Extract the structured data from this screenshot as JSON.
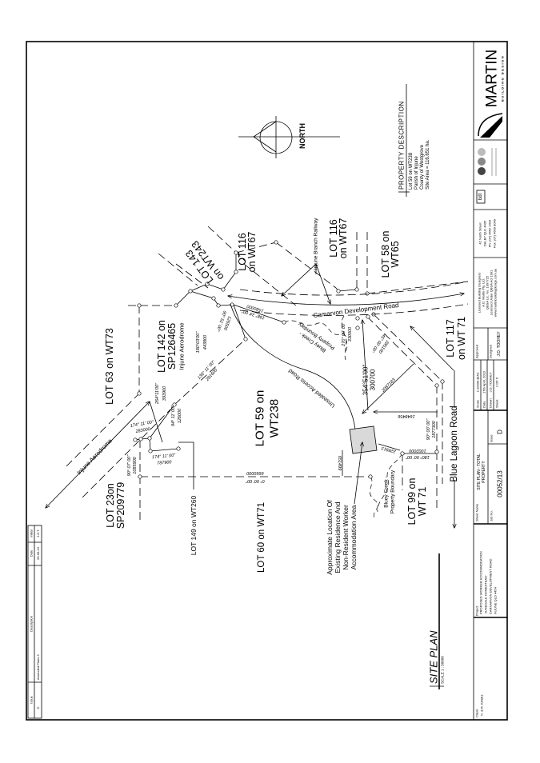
{
  "drawing": {
    "title": "SITE PLAN",
    "scale": "SCALE 1 : 50000"
  },
  "north_label": "NORTH",
  "property_description": {
    "heading": "PROPERTY DESCRIPTION",
    "lines": [
      "Lot 59 on WT238",
      "Parish of Injune",
      "County of Westgrove",
      "Site Area = 116.651 ha."
    ]
  },
  "lots": [
    {
      "l1": "LOT 63 on WT73"
    },
    {
      "l1": "LOT 142 on",
      "l2": "SP126465",
      "l3": "Injune Aerodrome"
    },
    {
      "l1": "LOT 23on",
      "l2": "SP209779"
    },
    {
      "l1": "LOT 149 on WT260"
    },
    {
      "l1": "LOT 60 on WT71"
    },
    {
      "l1": "LOT 59 on",
      "l2": "WT238"
    },
    {
      "l1": "LOT 99 on",
      "l2": "WT 71"
    },
    {
      "l1": "LOT 117",
      "l2": "on WT 71"
    },
    {
      "l1": "LOT 58 on",
      "l2": "WT65"
    },
    {
      "l1": "LOT 116",
      "l2": "on WT67"
    },
    {
      "l1": "LOT 116",
      "l2": "on WT67"
    },
    {
      "l1": "LOT 143",
      "l2": "on WT243"
    }
  ],
  "roads": {
    "camarvon": "Camarvon Development Road",
    "blue_lagoon": "Blue Lagoon Road",
    "access": "Unsealed Access Road",
    "railway": "Injune Branch Railway",
    "aerodrome": "Injune Aerodrome"
  },
  "annotations": {
    "creek_upper": [
      "Bluey Creek -",
      "Property Boundary"
    ],
    "creek_lower": [
      "Bluey Creek -",
      "Property Boundary"
    ],
    "residence": [
      "Approximate Location Of",
      "Existing Residence And",
      "Non-Resident Worker",
      "Accommodation Area"
    ]
  },
  "dimensions": [
    "174° 11' 00\"",
    "283000",
    "174° 11' 00\"",
    "787900",
    "90° 07' 00\"",
    "1085900",
    "94° 11' 00\"",
    "126000",
    "264°11'00\"",
    "393900",
    "136° 11' 00\"",
    "281600",
    "180°03'00\"",
    "443800",
    "90° 51' 00\"",
    "126500",
    "198° 34' 00\"",
    "1580000",
    "270° 00' 00\"",
    "330000",
    "354°51'00\"",
    "300700",
    "45° 00' 00\"",
    "285100",
    "2087183",
    "1648456",
    "90° 00' 00\"",
    "1877300",
    "180° 00' 00\"",
    "1002000",
    "228913",
    "651499",
    "6660000",
    "0° 00' 00\""
  ],
  "revisions": {
    "headers": [
      "Issue",
      "Description",
      "Date",
      "Initial"
    ],
    "rows": [
      {
        "issue": "D",
        "description": "Amended Plans 3",
        "date": "25-06-13",
        "initial": "J.D.T"
      }
    ]
  },
  "title_block": {
    "client_label": "Client",
    "client": "N. & R. KABEL",
    "project_label": "Project",
    "project": [
      "PROPOSED WORKER ACCOMMODATION",
      "'JUNEDALE HOMESTEAD'",
      "CARNARVON DEVELOPMENT ROAD",
      "INJUNE QLD 4454"
    ],
    "sheet_name_label": "Sheet Name",
    "sheet_name": [
      "SITE PLAN - TOTAL",
      "PROPERTY"
    ],
    "job_label": "Job No.",
    "job": "00052/13",
    "issue_label": "Issue",
    "issue": "D",
    "scale_label": "Scale",
    "scale": "1:10000 @A3",
    "date_label": "Date",
    "date": "17th April, 2013",
    "drawn_label": "Drawn",
    "drawn": "J.D. TOOHEY",
    "sheet_label": "Sheet",
    "sheet": "1 OF 6",
    "approved_label": "Approved",
    "designed_label": "Designed",
    "designed": "J.D. TOOHEY",
    "licensed": [
      "Licensed Building Designers",
      "A.D. Martin Pty. Ltd.",
      "QBSA Lic. No. 1097725",
      "Licensed Under QBSA Act 1991",
      "www.martinbuildingdesign.com.au"
    ],
    "address": [
      "42 North Street",
      "DALBY QLD 4405",
      "Ph: (07) 4662 1403",
      "Fax: (07) 4669 8049"
    ],
    "logo_bdl": "bdl",
    "brand": "MARTIN",
    "brand_sub": "BUILDING DESIGN"
  }
}
